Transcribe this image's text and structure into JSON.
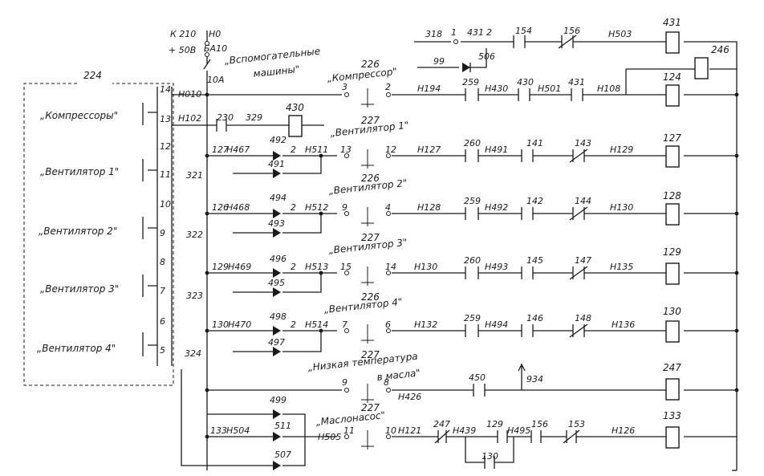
{
  "supply": {
    "line1": "К 210",
    "line2": "+ 50В",
    "fuse_top": "Н0",
    "fuse_mid": "БА10",
    "fuse_rating": "10А",
    "aux_label": "„Вспомогательные",
    "aux_label2": "машины\""
  },
  "switch_box": {
    "label": "224",
    "entries": [
      {
        "name": "„Компрессоры\"",
        "top": "14",
        "bottom": "13"
      },
      {
        "name": "„Вентилятор 1\"",
        "top": "12",
        "bottom": "11"
      },
      {
        "name": "„Вентилятор 2\"",
        "top": "10",
        "bottom": "9"
      },
      {
        "name": "„Вентилятор 3\"",
        "top": "8",
        "bottom": "7"
      },
      {
        "name": "„Вентилятор 4\"",
        "top": "6",
        "bottom": "5"
      }
    ]
  },
  "top_circuit": {
    "w318": "318",
    "c1": "1",
    "r431": "431",
    "c2": "2",
    "r154": "154",
    "r156": "156",
    "h503": "Н503",
    "coil": "431",
    "w99": "99",
    "d506": "506",
    "coil246": "246"
  },
  "rows": [
    {
      "wire_in": "Н010",
      "sw": "226",
      "sw_name": "„Компрессор\"",
      "p1": "3",
      "p2": "2",
      "w": "Н194",
      "c1": "259",
      "w2": "Н430",
      "c2": "430",
      "w3": "Н501",
      "c3": "431",
      "w4": "Н108",
      "coil": "124"
    },
    {
      "wire_in": "Н102",
      "sw": "227",
      "sw_name": "„Вентилятор 1\"",
      "p1": "13",
      "p2": "12",
      "w": "Н127",
      "c1": "260",
      "w2": "Н491",
      "c2": "141",
      "c3": "143",
      "w4": "Н129",
      "coil": "127"
    },
    {
      "sw": "226",
      "sw_name": "„Вентилятор 2\"",
      "p1": "9",
      "p2": "4",
      "w": "Н128",
      "c1": "259",
      "w2": "Н492",
      "c2": "142",
      "c3": "144",
      "w4": "Н130",
      "coil": "128"
    },
    {
      "sw": "227",
      "sw_name": "„Вентилятор 3\"",
      "p1": "15",
      "p2": "14",
      "w": "Н130",
      "c1": "260",
      "w2": "Н493",
      "c2": "145",
      "c3": "147",
      "w4": "Н135",
      "coil": "129"
    },
    {
      "sw": "226",
      "sw_name": "„Вентилятор 4\"",
      "p1": "7",
      "p2": "6",
      "w": "Н132",
      "c1": "259",
      "w2": "Н494",
      "c2": "146",
      "c3": "148",
      "w4": "Н136",
      "coil": "130"
    },
    {
      "sw": "227",
      "sw_name": "„Низкая температура",
      "sw_name2": "в масла\"",
      "p1": "9",
      "p2": "8",
      "w": "Н426",
      "c1": "450",
      "w2": "934",
      "coil": "247"
    },
    {
      "sw": "227",
      "sw_name": "„Маслонасос\"",
      "p1": "11",
      "p2": "10",
      "w": "Н121",
      "c1": "247",
      "w2": "Н439",
      "c2": "129",
      "w3": "Н495",
      "c3": "156",
      "c4": "153",
      "w4": "Н126",
      "coil": "133",
      "bypass": "130"
    }
  ],
  "left_feed": {
    "r430": "430",
    "w230": "230",
    "w329": "329",
    "a127": "127",
    "h467": "Н467",
    "d492": "492",
    "h511": "Н511",
    "d491": "491",
    "w321": "321",
    "a126": "126",
    "h468": "Н468",
    "d494": "494",
    "h512": "Н512",
    "d493": "493",
    "w322": "322",
    "a129": "129",
    "h469": "Н469",
    "d496": "496",
    "h513": "Н513",
    "d495": "495",
    "w323": "323",
    "a130": "130",
    "h470": "Н470",
    "d498": "498",
    "h514": "Н514",
    "d497": "497",
    "w324": "324",
    "d499": "499",
    "a133": "133",
    "h504": "Н504",
    "d511": "511",
    "h505": "Н505",
    "d507": "507"
  },
  "pins": {
    "one": "1",
    "two": "2"
  }
}
